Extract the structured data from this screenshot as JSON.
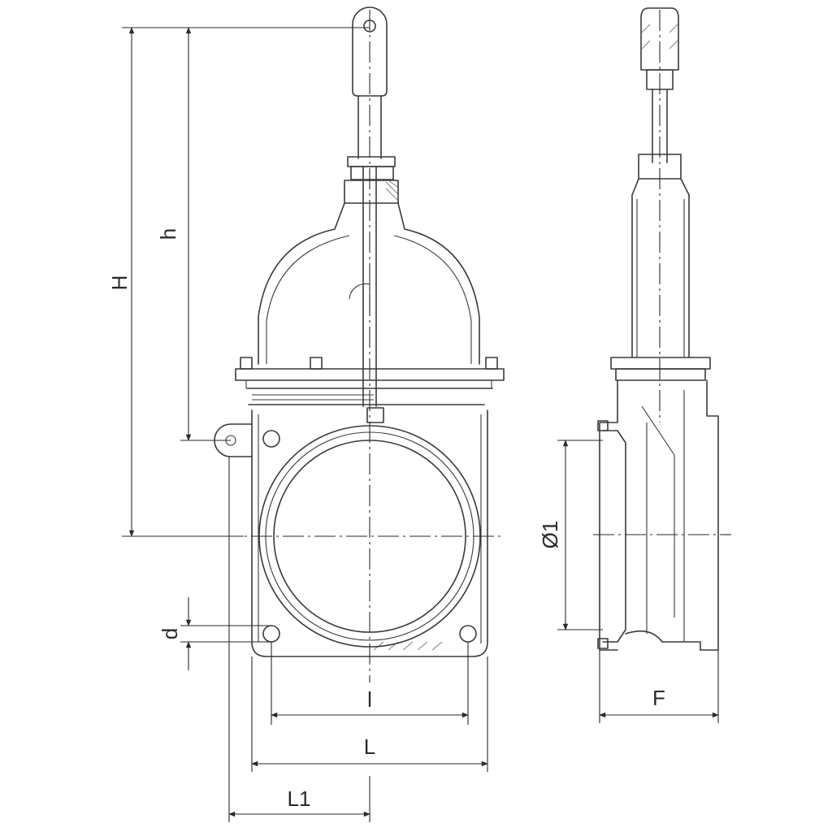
{
  "dimensions": {
    "H": "H",
    "h": "h",
    "d": "d",
    "l": "l",
    "L": "L",
    "L1": "L1",
    "diameter": "Ø1",
    "F": "F"
  },
  "colors": {
    "line": "#3a3a3a",
    "background": "#ffffff"
  }
}
